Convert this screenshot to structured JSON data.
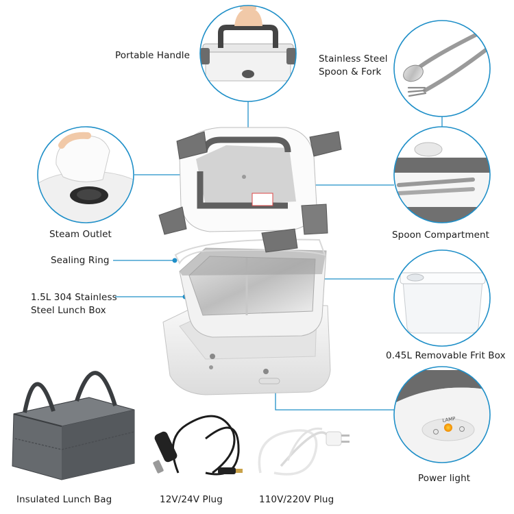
{
  "accent_color": "#1f8fc8",
  "labels": {
    "portable_handle": "Portable Handle",
    "spoon_fork_line1": "Stainless Steel",
    "spoon_fork_line2": "Spoon & Fork",
    "steam_outlet": "Steam Outlet",
    "spoon_compartment": "Spoon Compartment",
    "sealing_ring": "Sealing Ring",
    "lunch_box_line1": "1.5L 304 Stainless",
    "lunch_box_line2": "Steel Lunch Box",
    "frit_box": "0.45L Removable Frit Box",
    "power_light": "Power light",
    "insulated_bag": "Insulated Lunch Bag",
    "plug_12v": "12V/24V Plug",
    "plug_110v": "110V/220V Plug",
    "lamp_text": "LAMP"
  }
}
